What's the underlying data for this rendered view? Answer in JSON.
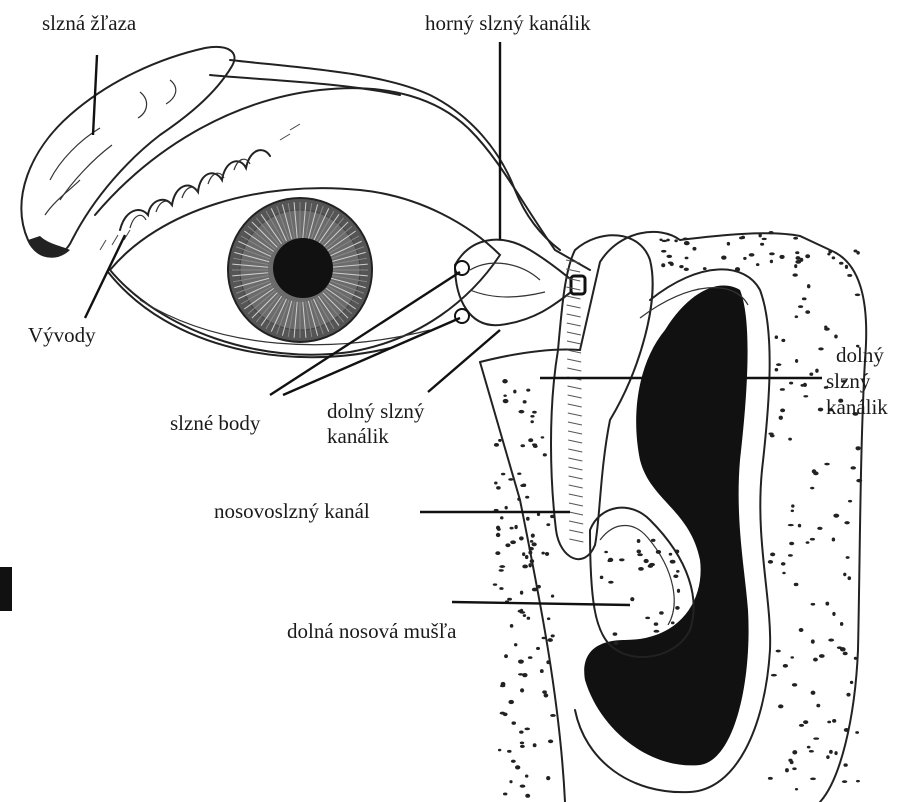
{
  "labels": {
    "lacrimal_gland": "slzná žľaza",
    "upper_canaliculus": "horný slzný kanálik",
    "ducts": "Vývody",
    "puncta": "slzné body",
    "lower_canaliculus_mid_1": "dolný slzný",
    "lower_canaliculus_mid_2": "kanálik",
    "lower_canaliculus_right_1": "dolný",
    "lower_canaliculus_right_2": "slzný",
    "lower_canaliculus_right_3": "kanálik",
    "nasolacrimal_duct": "nosovoslzný kanál",
    "inferior_turbinate": "dolná nosová mušľa"
  }
}
